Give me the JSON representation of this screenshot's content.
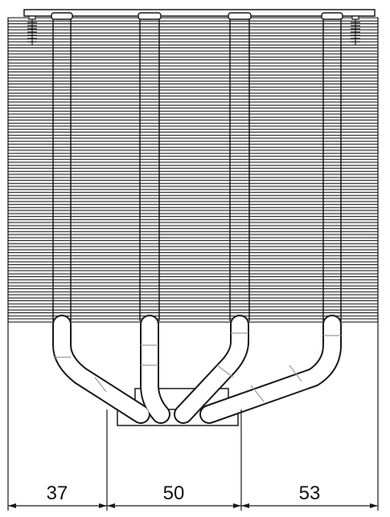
{
  "dimensions": [
    {
      "value": "37"
    },
    {
      "value": "50"
    },
    {
      "value": "53"
    }
  ],
  "colors": {
    "line": "#1a1a1a",
    "fin_dark": "#2b2b2b",
    "fin_light": "#e8e8e8",
    "pipe_fill": "#ffffff"
  }
}
